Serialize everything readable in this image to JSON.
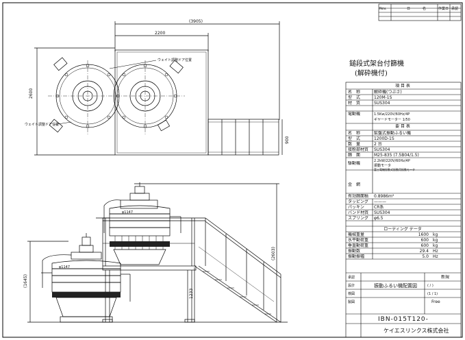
{
  "revision_block": {
    "headers": [
      "Rev.",
      "日",
      "名",
      "作業日",
      "承認"
    ]
  },
  "title": {
    "main": "鎚段式架台付篩機",
    "sub": "(解砕機付)"
  },
  "dimensions": {
    "overall": "(3905)",
    "width": "2200",
    "depth": "2600",
    "stair_width": "900",
    "platform_height": "1233",
    "upper_height": "(2603)",
    "lower_height": "(1645)",
    "dia_upper": "φ1147",
    "dia_lower": "φ1147"
  },
  "plan_labels": {
    "weight_upper": "ウェイト調整ドア位置",
    "weight_lower": "ウェイト調整ドア位置"
  },
  "spec_a": {
    "heading": "項 目 表",
    "rows": [
      {
        "label": "名　称",
        "value": "解砕機(つぶさ)"
      },
      {
        "label": "型　式",
        "value": "120M-1S"
      },
      {
        "label": "材　質",
        "value": "SUS304"
      },
      {
        "label": "電動機",
        "value": "1.5Kw/220V/60Hz/4P"
      },
      {
        "label": "",
        "value": "ギヤードモーター 1/50"
      }
    ]
  },
  "spec_b": {
    "heading": "要 目 表",
    "rows": [
      {
        "label": "名　称",
        "value": "鉱盤式振動ふるい機"
      },
      {
        "label": "型　式",
        "value": "1200D-1S"
      },
      {
        "label": "数　量",
        "value": "2 台"
      },
      {
        "label": "接粉部材質",
        "value": "SUS304"
      },
      {
        "label": "篩　面",
        "value": "M25-835 (7.5B04/1.5)"
      },
      {
        "label": "駆動機",
        "value": "2.2kW/220V/60Hz/4P"
      },
      {
        "label": "",
        "value": "振動モータ"
      },
      {
        "label": "",
        "value": "富士電機振動式振動用振動モータ"
      },
      {
        "label": "金　網",
        "value": ""
      },
      {
        "label": "有効篩面積",
        "value": "0.8986m²"
      },
      {
        "label": "タッピング",
        "value": "———"
      },
      {
        "label": "パッキン",
        "value": "CR系"
      },
      {
        "label": "バンド材質",
        "value": "SUS304"
      },
      {
        "label": "スプリング",
        "value": "φ6.5"
      }
    ]
  },
  "loading_data": {
    "heading": "ローディング データ",
    "rows": [
      {
        "label": "機械重量",
        "value": "1600",
        "unit": "kg"
      },
      {
        "label": "水平動荷重",
        "value": "600",
        "unit": "kg"
      },
      {
        "label": "垂直動荷重",
        "value": "600",
        "unit": "kg"
      },
      {
        "label": "振動数",
        "value": "29.4",
        "unit": "Hz"
      },
      {
        "label": "振動振幅",
        "value": "5.0",
        "unit": "Hz"
      }
    ]
  },
  "title_block": {
    "drawing_name": "振動ふるい機配置図",
    "tolerance": "Free",
    "drawing_no": "IBN-015T120-",
    "company": "ケイエスリンクス株式会社",
    "approved": "承認",
    "designed": "設計",
    "checked": "検図",
    "drawn": "製図",
    "new": "新規",
    "scale_a": "(  /  )",
    "scale_b": "(1 / 1)"
  }
}
